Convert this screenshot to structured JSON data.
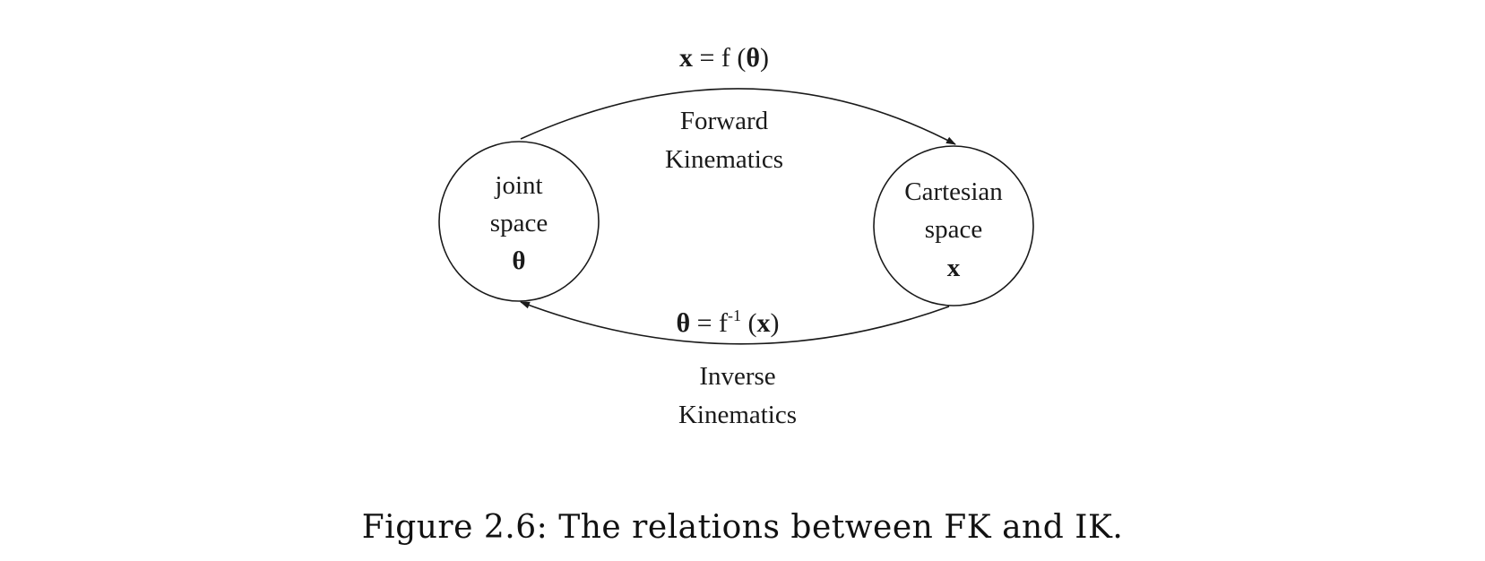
{
  "forward": {
    "equation": {
      "lhs": "x",
      "eq": " = f (",
      "var": "θ",
      "close": ")"
    },
    "label_line1": "Forward",
    "label_line2": "Kinematics"
  },
  "inverse": {
    "equation": {
      "lhs": "θ",
      "eq": " = f",
      "sup": "-1",
      "open": " (",
      "var": "x",
      "close": ")"
    },
    "label_line1": "Inverse",
    "label_line2": "Kinematics"
  },
  "joint_space": {
    "line1": "joint",
    "line2": "space",
    "symbol": "θ"
  },
  "cartesian_space": {
    "line1": "Cartesian",
    "line2": "space",
    "symbol": "x"
  },
  "caption": "Figure 2.6: The relations between FK and IK."
}
